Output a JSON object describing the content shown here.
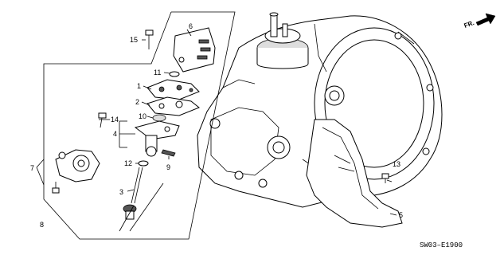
{
  "diagram": {
    "callouts": [
      "1",
      "2",
      "3",
      "4",
      "5",
      "6",
      "7",
      "8",
      "9",
      "10",
      "11",
      "12",
      "13",
      "14",
      "15"
    ],
    "part_code": "SW03–E1900",
    "direction_label": "FR."
  }
}
